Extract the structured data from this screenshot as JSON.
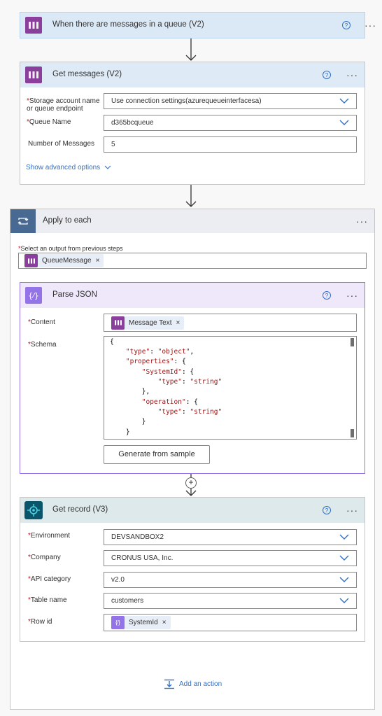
{
  "trigger": {
    "title": "When there are messages in a queue (V2)"
  },
  "get_messages": {
    "title": "Get messages (V2)",
    "fields": [
      {
        "label_line1": "Storage account name",
        "label_line2": "or queue endpoint",
        "required": true,
        "value": "Use connection settings(azurequeueinterfacesa)",
        "dropdown": true
      },
      {
        "label": "Queue Name",
        "required": true,
        "value": "d365bcqueue",
        "dropdown": true
      },
      {
        "label": "Number of Messages",
        "required": false,
        "value": "5",
        "dropdown": false
      }
    ],
    "advanced": "Show advanced options"
  },
  "apply_each": {
    "title": "Apply to each",
    "select_label": "Select an output from previous steps",
    "token": "QueueMessage"
  },
  "parse_json": {
    "title": "Parse JSON",
    "content_label": "Content",
    "content_token": "Message Text",
    "schema_label": "Schema",
    "schema_lines": [
      "{",
      "    \"type\": \"object\",",
      "    \"properties\": {",
      "        \"SystemId\": {",
      "            \"type\": \"string\"",
      "        },",
      "        \"operation\": {",
      "            \"type\": \"string\"",
      "        }",
      "    }"
    ],
    "generate_button": "Generate from sample"
  },
  "get_record": {
    "title": "Get record (V3)",
    "fields": [
      {
        "label": "Environment",
        "value": "DEVSANDBOX2"
      },
      {
        "label": "Company",
        "value": "CRONUS USA, Inc."
      },
      {
        "label": "API category",
        "value": "v2.0"
      },
      {
        "label": "Table name",
        "value": "customers"
      }
    ],
    "row_id_label": "Row id",
    "row_id_token": "SystemId"
  },
  "add_action": "Add an action",
  "colors": {
    "accent": "#2e70c9",
    "queue": "#8b3f9d",
    "parse": "#9473e8",
    "dataverse": "#0b556a",
    "loop": "#486991"
  }
}
